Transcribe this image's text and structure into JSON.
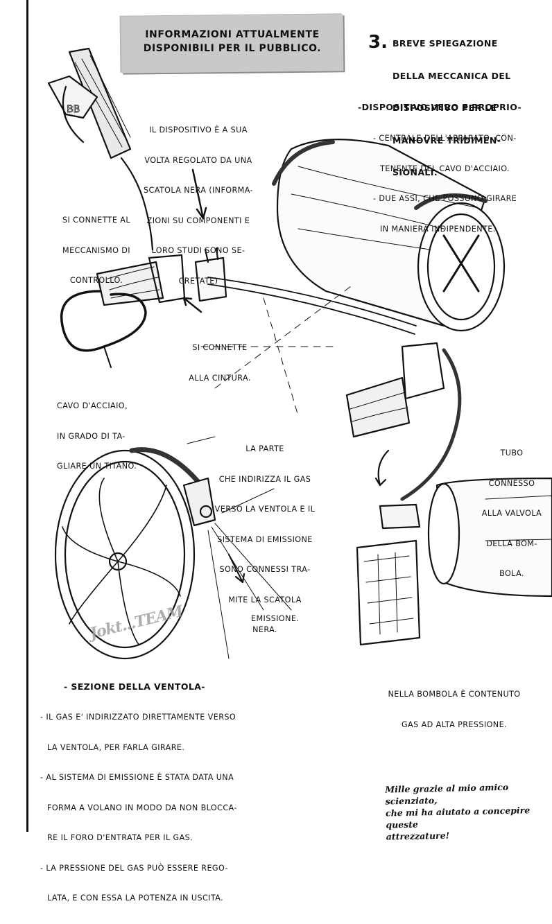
{
  "banner": {
    "line1": "INFORMAZIONI ATTUALMENTE",
    "line2": "DISPONIBILI PER IL PUBBLICO."
  },
  "header": {
    "number": "3.",
    "title": [
      "BREVE SPIEGAZIONE",
      "DELLA MECCANICA DEL",
      "DISPOSITIVO PER LE",
      "MANOVRE TRIDIMEN-",
      "SIONALI."
    ]
  },
  "device": {
    "heading": "-DISPOSITIVO VERO E PROPRIO-",
    "points": [
      "- CENTRALE DELL'APPARATO, CON-",
      "TENENTE DEL CAVO D'ACCIAIO.",
      "- DUE ASSI, CHE POSSONO GIRARE",
      "IN MANIERA INDIPENDENTE."
    ]
  },
  "black_box_note": [
    "IL DISPOSITIVO È A SUA",
    "VOLTA REGOLATO DA UNA",
    "SCATOLA NERA (INFORMA-",
    "ZIONI SU COMPONENTI E",
    "LORO STUDI SONO SE-",
    "CRETATE)"
  ],
  "control_note": [
    "SI CONNETTE AL",
    "MECCANISMO DI",
    "CONTROLLO."
  ],
  "belt_note": [
    "SI CONNETTE",
    "ALLA CINTURA."
  ],
  "cable_note": [
    "CAVO D'ACCIAIO,",
    "IN GRADO DI TA-",
    "GLIARE UN TITANO."
  ],
  "gas_part_note": [
    "LA PARTE",
    "CHE INDIRIZZA IL GAS",
    "VERSO LA VENTOLA E IL",
    "SISTEMA DI EMISSIONE",
    "SONO CONNESSI TRA-",
    "MITE LA SCATOLA",
    "NERA."
  ],
  "tube_note": [
    "TUBO",
    "CONNESSO",
    "ALLA VALVOLA",
    "DELLA BOM-",
    "BOLA."
  ],
  "emission_label": "EMISSIONE.",
  "fan_section": {
    "heading": "- SEZIONE DELLA VENTOLA-",
    "points": [
      "- IL GAS E' INDIRIZZATO DIRETTAMENTE VERSO",
      "LA VENTOLA, PER FARLA GIRARE.",
      "- AL SISTEMA DI EMISSIONE È STATA DATA UNA",
      "FORMA A VOLANO IN MODO DA NON BLOCCA-",
      "RE IL FORO D'ENTRATA PER IL GAS.",
      "- LA PRESSIONE DEL GAS PUÒ ESSERE REGO-",
      "LATA, E CON ESSA LA POTENZA IN USCITA."
    ]
  },
  "tank_note": [
    "NELLA BOMBOLA È CONTENUTO",
    "GAS AD ALTA PRESSIONE."
  ],
  "thanks_note": [
    "Mille grazie al mio amico scienziato,",
    "che mi ha aiutato a concepire queste",
    "attrezzature!"
  ],
  "watermark": "Jokt...TEAM"
}
